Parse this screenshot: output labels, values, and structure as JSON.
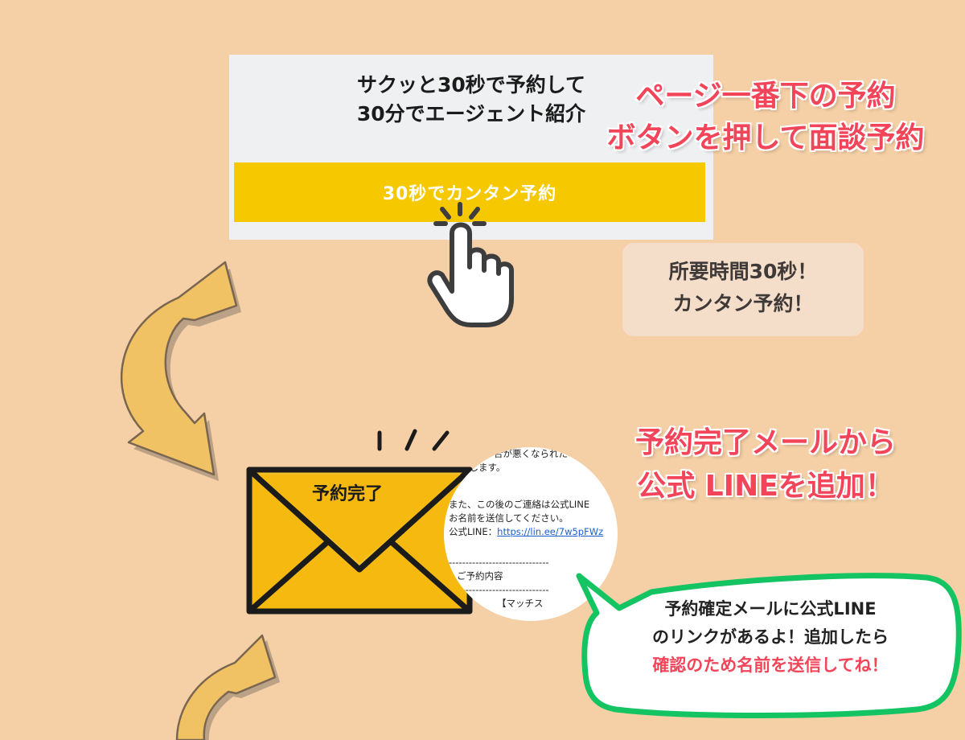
{
  "booking_card": {
    "headline_line1": "サクッと30秒で予約して",
    "headline_line2": "30分でエージェント紹介",
    "button_label": "30秒でカンタン予約"
  },
  "caption_press": {
    "line1": "ページ一番下の予約",
    "line2": "ボタンを押して面談予約"
  },
  "time_badge": {
    "line1": "所要時間30秒！",
    "line2": "カンタン予約！"
  },
  "envelope": {
    "label": "予約完了"
  },
  "caption_line": {
    "line1": "予約完了メールから",
    "line2": "公式 LINEを追加！"
  },
  "email_snippet": {
    "line1": "合が悪くなられた",
    "line2": "いします。",
    "line3": "",
    "line4": "また、この後のご連絡は公式LINE",
    "line5": "お名前を送信してください。",
    "line6_prefix": "公式LINE：",
    "line6_link": "https://lin.ee/7w5pFWz",
    "line7": "",
    "line8": "------------------------------",
    "line9": "ご予約内容",
    "line10": "------------------------------",
    "line11": "【マッチス"
  },
  "bubble": {
    "line1": "予約確定メールに公式LINE",
    "line2": "のリンクがあるよ！追加したら",
    "line3": "確認のため名前を送信してね！"
  },
  "colors": {
    "background": "#f5d0a6",
    "button_yellow": "#f5c800",
    "caption_red": "#f2455a",
    "bubble_green": "#14c463",
    "envelope_yellow": "#f5b910",
    "arrow_fill": "#f0c264"
  }
}
